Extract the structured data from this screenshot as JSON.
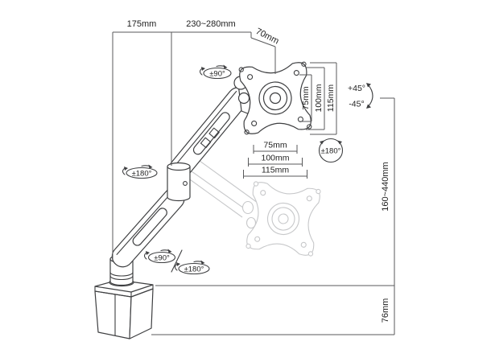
{
  "figure": {
    "kind": "technical-dimension-diagram",
    "subject": "gas-spring desk monitor arm with VESA plate and desk clamp",
    "colors": {
      "background": "#ffffff",
      "artwork_line": "#3e3f41",
      "dimension_line": "#58595b",
      "ghost_line": "#c7c8ca",
      "text": "#1e1e1e"
    }
  },
  "labels": {
    "rear_arm_reach": "175mm",
    "front_arm_reach": "230~280mm",
    "head_depth": "70mm",
    "head_swivel": "±90°",
    "vesa_v_75": "75mm",
    "vesa_v_100": "100mm",
    "vesa_v_115": "115mm",
    "tilt_up": "+45°",
    "tilt_down": "-45°",
    "vesa_rotation": "±180°",
    "vesa_h_75": "75mm",
    "vesa_h_100": "100mm",
    "vesa_h_115": "115mm",
    "elbow_rotation": "±180°",
    "base_swivel": "±90°",
    "base_rotation": "±180°",
    "height_range": "160~440mm",
    "clamp_capacity": "76mm"
  }
}
